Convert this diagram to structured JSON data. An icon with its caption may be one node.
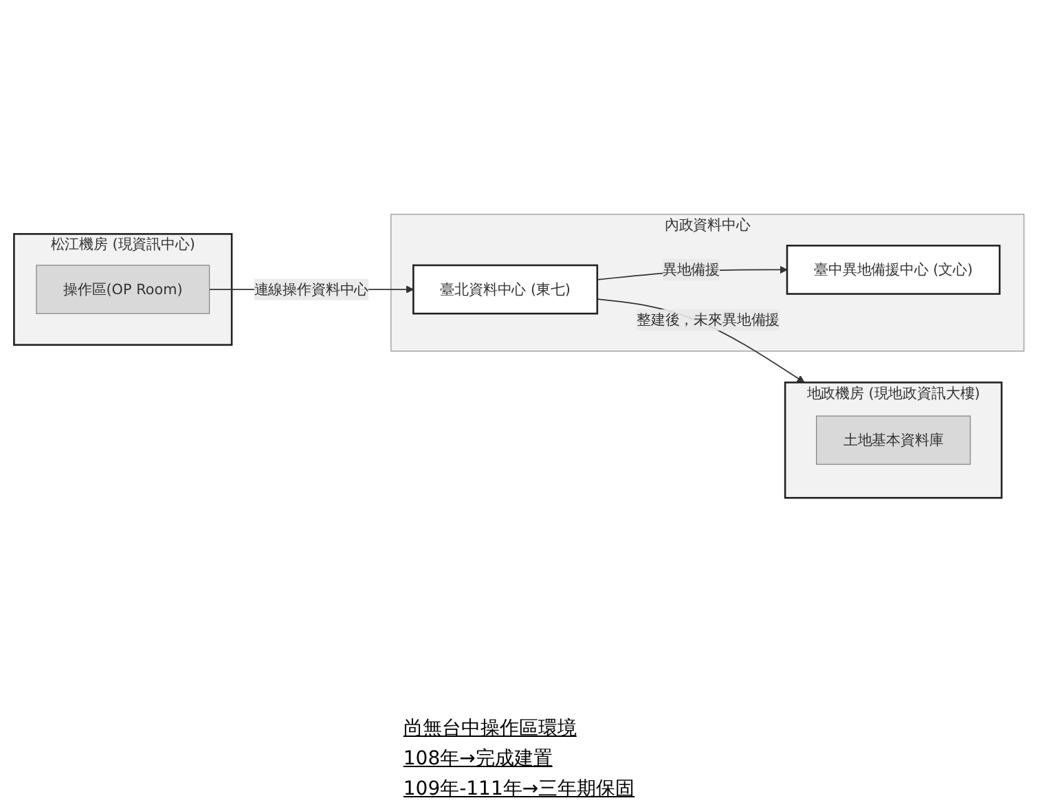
{
  "diagram": {
    "nodes": [
      {
        "text": [
          "松江機房 (現資訊中心)"
        ]
      },
      {
        "text": [
          "操作區(OP Room)"
        ],
        "in": 0
      },
      {
        "text": [
          "內政資料中心"
        ]
      },
      {
        "text": [
          "臺北資料中心 (東七)"
        ],
        "in": 2
      },
      {
        "text": [
          "臺中異地備援中心 (文心)"
        ],
        "in": 2
      },
      {
        "text": [
          "地政機房 (現地政資訊大樓)"
        ]
      },
      {
        "text": [
          "土地基本資料庫"
        ],
        "in": 5
      }
    ],
    "edges": [
      {
        "from": 1,
        "to": 3,
        "arrow": "to",
        "label": "連線操作資料中心"
      },
      {
        "from": 3,
        "to": 4,
        "arrow": "to",
        "label": "異地備援"
      },
      {
        "from": 3,
        "to": 5,
        "arrow": "to",
        "label": "整建後，未來異地備援"
      }
    ],
    "labels": [
      "尚無台中操作區環境",
      "108年→完成建置",
      "109年-111年→三年期保固"
    ]
  }
}
